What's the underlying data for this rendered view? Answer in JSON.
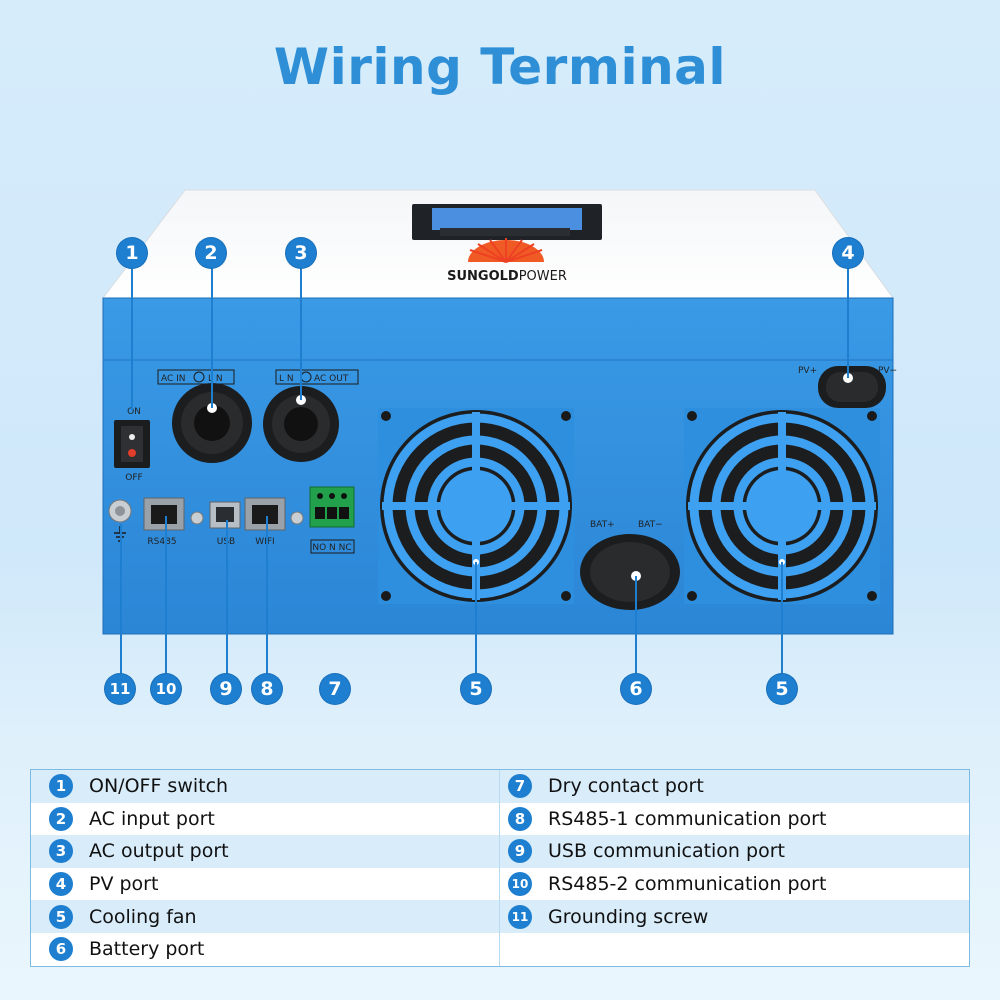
{
  "title": "Wiring Terminal",
  "brand": {
    "name": "SUNGOLD",
    "suffix": "POWER"
  },
  "panel_labels": {
    "on": "ON",
    "off": "OFF",
    "ac_in": "AC IN",
    "ac_in_ln": "L N",
    "ac_out_ln": "L N",
    "ac_out": "AC OUT",
    "rs485": "RS485",
    "usb": "USB",
    "wifi": "WIFI",
    "dry_contact": "NO N NC",
    "pv_plus": "PV+",
    "pv_minus": "PV−",
    "bat_plus": "BAT+",
    "bat_minus": "BAT−"
  },
  "callouts": {
    "c1": "1",
    "c2": "2",
    "c3": "3",
    "c4": "4",
    "c5a": "5",
    "c5b": "5",
    "c6": "6",
    "c7": "7",
    "c8": "8",
    "c9": "9",
    "c10": "10",
    "c11": "11"
  },
  "legend": {
    "left": [
      {
        "num": "1",
        "label": "ON/OFF switch"
      },
      {
        "num": "2",
        "label": "AC input port"
      },
      {
        "num": "3",
        "label": "AC output port"
      },
      {
        "num": "4",
        "label": "PV port"
      },
      {
        "num": "5",
        "label": "Cooling fan"
      },
      {
        "num": "6",
        "label": "Battery port"
      }
    ],
    "right": [
      {
        "num": "7",
        "label": "Dry contact port"
      },
      {
        "num": "8",
        "label": "RS485-1 communication port"
      },
      {
        "num": "9",
        "label": "USB communication port"
      },
      {
        "num": "10",
        "label": "RS485-2 communication port"
      },
      {
        "num": "11",
        "label": "Grounding screw"
      }
    ]
  },
  "colors": {
    "accent": "#1e7fd0",
    "title": "#2f8fd6",
    "housing": "#2d8fe0",
    "row_shade": "#d8ecfa"
  }
}
